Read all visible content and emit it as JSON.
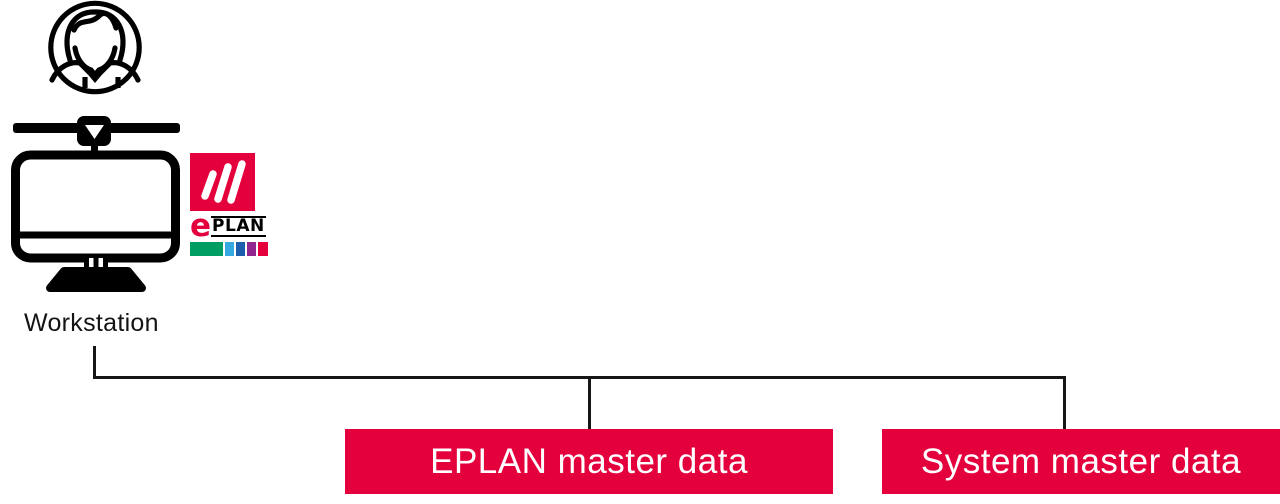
{
  "diagram": {
    "workstation": {
      "label": "Workstation"
    },
    "nodes": [
      {
        "id": "eplan-master-data",
        "label": "EPLAN master data"
      },
      {
        "id": "system-master-data",
        "label": "System master data"
      }
    ]
  },
  "eplan_logo": {
    "e": "e",
    "plan": "PLAN"
  },
  "icons": {
    "user": "user-avatar-icon",
    "workstation": "monitor-mount-icon",
    "logo_slashes": "eplan-slashes-icon"
  },
  "colors": {
    "node_bg": "#E4003C",
    "node_text": "#FFFFFF",
    "line": "#161616",
    "logo_red": "#E4003C",
    "bar_green": "#009E62",
    "bar_lightblue": "#36A9E1",
    "bar_blue": "#1D5DAD",
    "bar_purple": "#91268F",
    "bar_red": "#E4003C"
  }
}
